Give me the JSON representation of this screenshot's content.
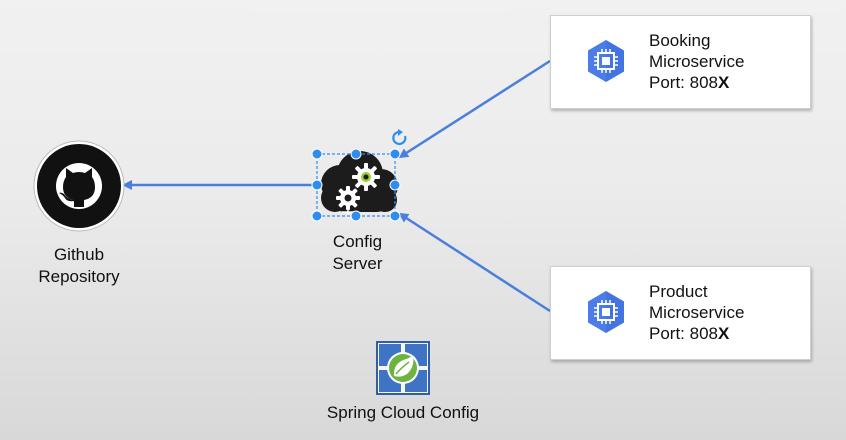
{
  "github": {
    "label_line1": "Github",
    "label_line2": "Repository",
    "icon": "github-icon"
  },
  "config_server": {
    "label_line1": "Config",
    "label_line2": "Server",
    "icon": "cloud-gears-icon"
  },
  "booking": {
    "line1": "Booking",
    "line2": "Microservice",
    "port_prefix": "Port: 808",
    "port_suffix": "X",
    "icon": "compute-engine-icon"
  },
  "product": {
    "line1": "Product",
    "line2": "Microservice",
    "port_prefix": "Port: 808",
    "port_suffix": "X",
    "icon": "compute-engine-icon"
  },
  "spring": {
    "label": "Spring Cloud Config",
    "icon": "spring-cloud-config-logo"
  },
  "colors": {
    "arrow": "#4a7fdc",
    "handle": "#2f8df0",
    "hexagon": "#4b7ce8",
    "github_circle": "#111111"
  }
}
